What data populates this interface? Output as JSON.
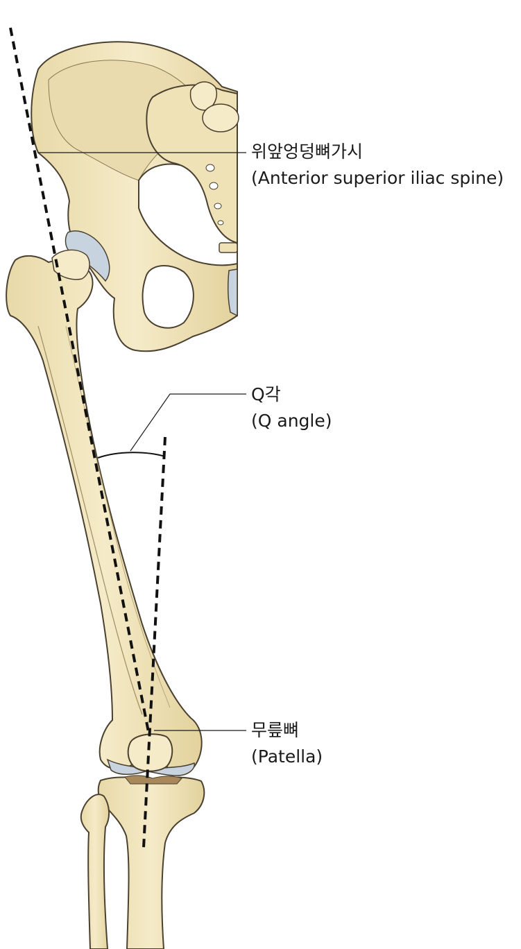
{
  "labels": {
    "asis": {
      "korean": "위앞엉덩뼈가시",
      "english": "(Anterior superior iliac spine)"
    },
    "q_angle": {
      "korean": "Q각",
      "english": "(Q angle)"
    },
    "patella": {
      "korean": "무릎뼈",
      "english": "(Patella)"
    }
  },
  "colors": {
    "bone": "#f2e6bf",
    "bone_shadow": "#d9c78f",
    "outline": "#4a4030",
    "cartilage": "#c8d3e0",
    "leader_line": "#1a1a1a",
    "dashed_line": "#111111"
  }
}
